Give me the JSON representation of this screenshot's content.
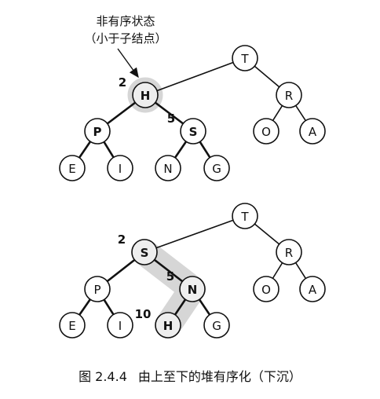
{
  "annotation": {
    "line1": "非有序状态",
    "line2": "（小于子结点）"
  },
  "caption": {
    "figure_number": "图 2.4.4",
    "title": "由上至下的堆有序化（下沉）"
  },
  "diagrams": [
    {
      "id": "before",
      "nodes": [
        {
          "key": "T",
          "label": "T",
          "bold": false
        },
        {
          "key": "H",
          "label": "H",
          "bold": true,
          "index": "2",
          "highlight": true
        },
        {
          "key": "R",
          "label": "R",
          "bold": false
        },
        {
          "key": "P",
          "label": "P",
          "bold": true
        },
        {
          "key": "S",
          "label": "S",
          "bold": true,
          "index": "5"
        },
        {
          "key": "O",
          "label": "O",
          "bold": false
        },
        {
          "key": "A",
          "label": "A",
          "bold": false
        },
        {
          "key": "E",
          "label": "E",
          "bold": false
        },
        {
          "key": "I",
          "label": "I",
          "bold": false
        },
        {
          "key": "N",
          "label": "N",
          "bold": false
        },
        {
          "key": "G",
          "label": "G",
          "bold": false
        }
      ],
      "edges": [
        [
          "T",
          "H",
          false
        ],
        [
          "T",
          "R",
          false
        ],
        [
          "H",
          "P",
          true
        ],
        [
          "H",
          "S",
          true
        ],
        [
          "R",
          "O",
          false
        ],
        [
          "R",
          "A",
          false
        ],
        [
          "P",
          "E",
          true
        ],
        [
          "P",
          "I",
          true
        ],
        [
          "S",
          "N",
          true
        ],
        [
          "S",
          "G",
          true
        ]
      ]
    },
    {
      "id": "after",
      "nodes": [
        {
          "key": "T",
          "label": "T",
          "bold": false
        },
        {
          "key": "S",
          "label": "S",
          "bold": true,
          "index": "2",
          "highlight": true
        },
        {
          "key": "R",
          "label": "R",
          "bold": false
        },
        {
          "key": "P",
          "label": "P",
          "bold": false
        },
        {
          "key": "N",
          "label": "N",
          "bold": true,
          "index": "5",
          "highlight": true
        },
        {
          "key": "O",
          "label": "O",
          "bold": false
        },
        {
          "key": "A",
          "label": "A",
          "bold": false
        },
        {
          "key": "E",
          "label": "E",
          "bold": false
        },
        {
          "key": "I",
          "label": "I",
          "bold": false
        },
        {
          "key": "H",
          "label": "H",
          "bold": true,
          "index": "10",
          "highlight": true
        },
        {
          "key": "G",
          "label": "G",
          "bold": false
        }
      ],
      "edges": [
        [
          "T",
          "S",
          false
        ],
        [
          "T",
          "R",
          false
        ],
        [
          "S",
          "P",
          true
        ],
        [
          "S",
          "N",
          true
        ],
        [
          "R",
          "O",
          false
        ],
        [
          "R",
          "A",
          false
        ],
        [
          "P",
          "E",
          true
        ],
        [
          "P",
          "I",
          true
        ],
        [
          "N",
          "H",
          true
        ],
        [
          "N",
          "G",
          true
        ]
      ]
    }
  ]
}
